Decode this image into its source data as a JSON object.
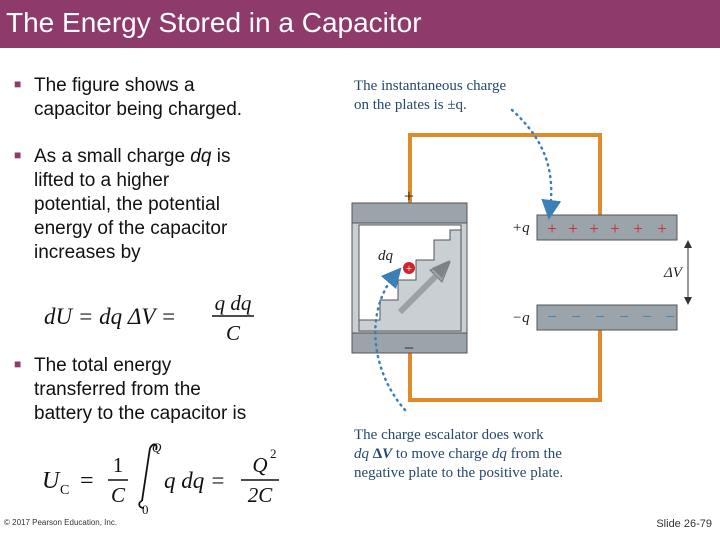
{
  "slide": {
    "title": "The Energy Stored in a Capacitor",
    "bullets": [
      {
        "lines": [
          "The figure shows a",
          "capacitor being charged."
        ]
      },
      {
        "lines_html": [
          "As a small charge <i>dq</i> is",
          "lifted to a higher",
          "potential, the potential",
          "energy of the capacitor",
          "increases by"
        ]
      },
      {
        "lines": [
          "The total energy",
          "transferred from the",
          "battery to the capacitor is"
        ]
      }
    ],
    "eq1": {
      "lhs": "dU = dq ΔV =",
      "num": "q dq",
      "den": "C"
    },
    "eq2": {
      "lhs": "U",
      "sub": "C",
      "eqsign": "=",
      "frac1_num": "1",
      "frac1_den": "C",
      "upper": "Q",
      "lower": "0",
      "integrand": "q dq =",
      "frac2_num": "Q",
      "frac2_exp": "2",
      "frac2_den": "2C"
    },
    "copyright": "© 2017 Pearson Education, Inc.",
    "slide_number": "Slide 26-79"
  },
  "figure": {
    "top_annotation": [
      "The instantaneous charge",
      "on the plates is ±q."
    ],
    "bottom_annotation_html": [
      "The charge escalator does work",
      "<i>dq</i> <b>Δ<i>V</i></b> to move charge <i>dq</i> from the",
      "negative plate to the positive plate."
    ],
    "battery_plus": "+",
    "battery_minus": "−",
    "dq_label": "dq",
    "plus_q": "+q",
    "minus_q": "−q",
    "delta_v": "ΔV",
    "plus_signs": [
      "+",
      "+",
      "+",
      "+",
      "+",
      "+"
    ],
    "minus_signs": [
      "−",
      "−",
      "−",
      "−",
      "−",
      "−"
    ],
    "colors": {
      "title_bg": "#8e3a6b",
      "annotation": "#27486e",
      "plate": "#9aa4aa",
      "wire": "#e08a2c",
      "charge": "#d0242a",
      "arrow_dots": "#3b7fb5"
    }
  }
}
